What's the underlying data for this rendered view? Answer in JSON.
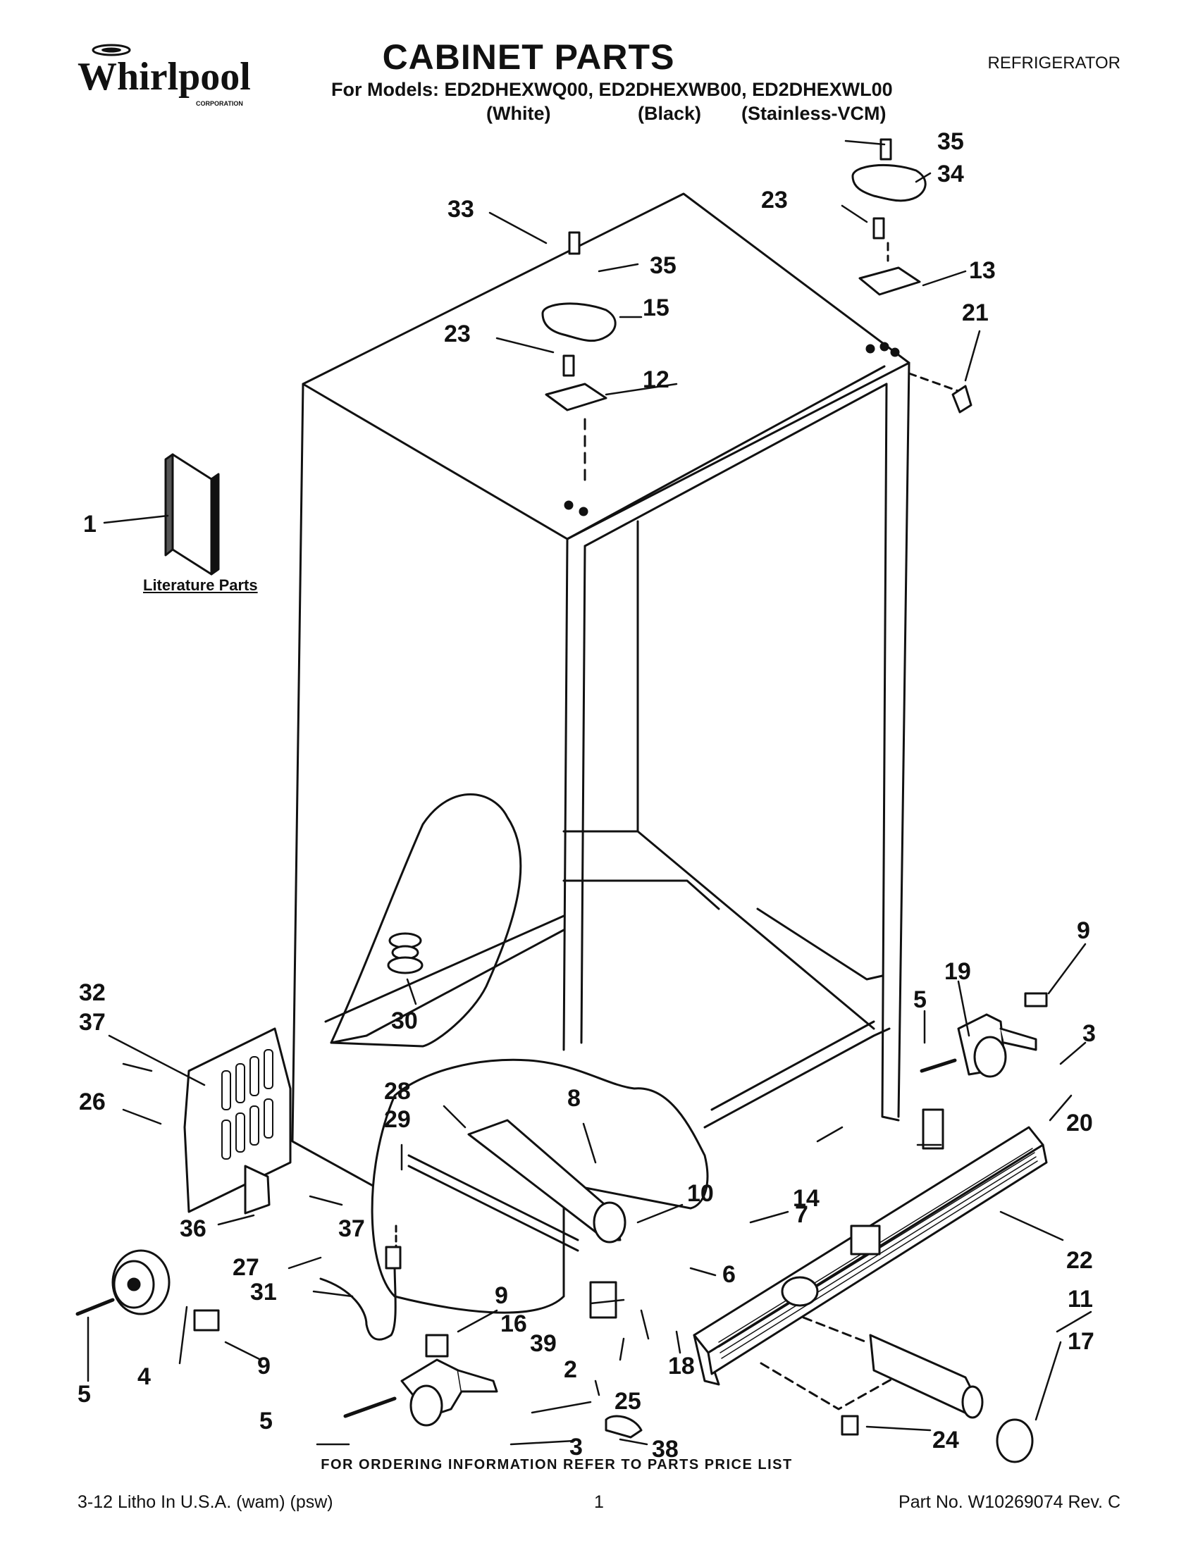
{
  "header": {
    "brand": "Whirlpool",
    "brand_sub": "CORPORATION",
    "title": "CABINET PARTS",
    "category": "REFRIGERATOR",
    "models_line": "For Models: ED2DHEXWQ00, ED2DHEXWB00, ED2DHEXWL00",
    "variants": [
      "(White)",
      "(Black)",
      "(Stainless-VCM)"
    ]
  },
  "literature_label": "Literature Parts",
  "callouts": [
    "1",
    "2",
    "3",
    "3",
    "4",
    "5",
    "5",
    "5",
    "6",
    "7",
    "8",
    "9",
    "9",
    "9",
    "10",
    "11",
    "12",
    "13",
    "14",
    "15",
    "16",
    "17",
    "18",
    "19",
    "20",
    "21",
    "22",
    "23",
    "23",
    "24",
    "25",
    "26",
    "27",
    "28",
    "29",
    "30",
    "31",
    "32",
    "33",
    "34",
    "35",
    "35",
    "36",
    "37",
    "37",
    "38",
    "39"
  ],
  "ordering_note": "FOR ORDERING INFORMATION REFER TO PARTS PRICE LIST",
  "footer": {
    "litho": "3-12 Litho In U.S.A. (wam) (psw)",
    "page": "1",
    "part_no": "Part No. W10269074 Rev. C"
  }
}
